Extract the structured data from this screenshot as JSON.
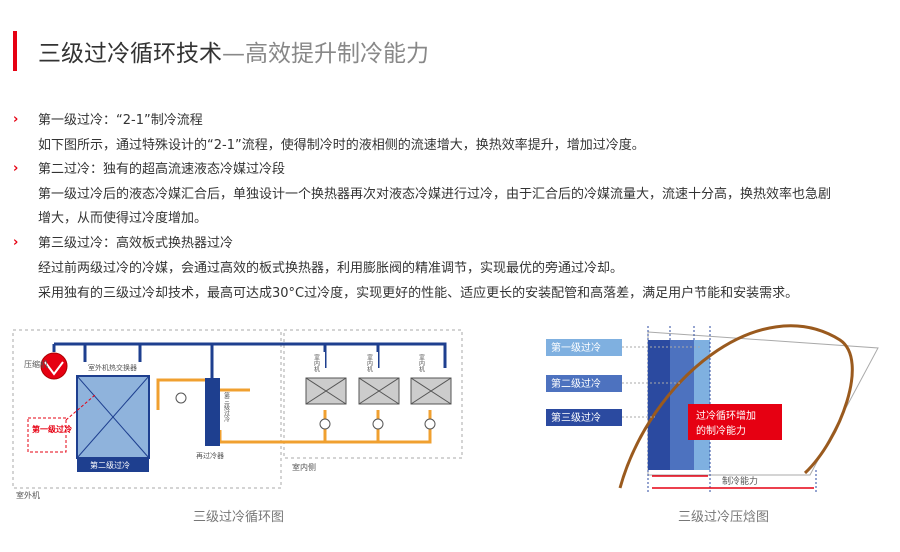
{
  "title": {
    "main": "三级过冷循环技术",
    "sub": "—高效提升制冷能力"
  },
  "items": [
    {
      "heading": "第一级过冷：“2-1”制冷流程",
      "body": [
        "如下图所示，通过特殊设计的“2-1”流程，使得制冷时的液相侧的流速增大，换热效率提升，增加过冷度。"
      ]
    },
    {
      "heading": "第二过冷：独有的超高流速液态冷媒过冷段",
      "body": [
        "第一级过冷后的液态冷媒汇合后，单独设计一个换热器再次对液态冷媒进行过冷，由于汇合后的冷媒流量大，流速十分高，换热效率也急剧",
        "增大，从而使得过冷度增加。"
      ]
    },
    {
      "heading": "第三级过冷：高效板式换热器过冷",
      "body": [
        "经过前两级过冷的冷媒，会通过高效的板式换热器，利用膨胀阀的精准调节，实现最优的旁通过冷却。",
        "采用独有的三级过冷却技术，最高可达成30°C过冷度，实现更好的性能、适应更长的安装配管和高落差，满足用户节能和安装需求。"
      ]
    }
  ],
  "left_diagram": {
    "caption": "三级过冷循环图",
    "compressor_label": "压缩机",
    "outdoor_hx_label": "室外机热交换器",
    "first_subcool_label": "第一级过冷",
    "second_subcool_label": "第二级过冷",
    "third_subcool_label": "第三级过冷",
    "subcooler_label": "再过冷器",
    "indoor_unit_label": "室内机",
    "indoor_side_label": "室内侧",
    "outdoor_unit_label": "室外机"
  },
  "right_diagram": {
    "caption": "三级过冷压焓图",
    "stage1": "第一级过冷",
    "stage2": "第二级过冷",
    "stage3": "第三级过冷",
    "callout": "过冷循环增加的制冷能力",
    "capacity_label": "制冷能力"
  },
  "colors": {
    "accent_red": "#e60012",
    "pipe_blue": "#1e3f8f",
    "pipe_orange": "#f0a030",
    "stage_blue_dark": "#2b4aa0",
    "stage_blue_light": "#7fb0e0",
    "curve_brown": "#9a5a1e"
  }
}
